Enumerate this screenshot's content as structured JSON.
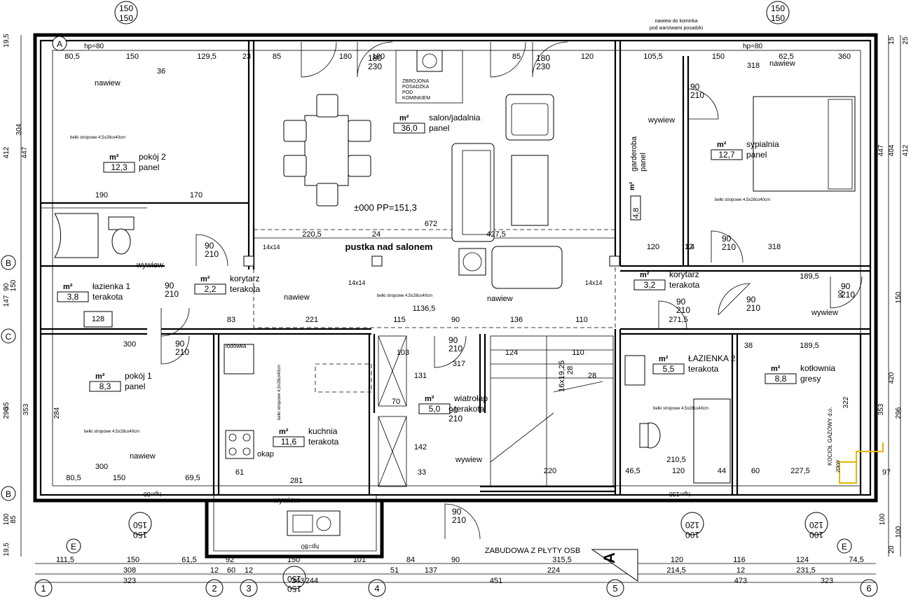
{
  "colors": {
    "lines": "#000000",
    "boiler_highlight": "#e8b400",
    "background": "#ffffff"
  },
  "rooms": [
    {
      "id": "pokoj2",
      "area": "12,3",
      "name": "pokój 2",
      "finish": "panel"
    },
    {
      "id": "salon",
      "area": "36,0",
      "name": "salon/jadalnia",
      "finish": "panel"
    },
    {
      "id": "sypialnia",
      "area": "12,7",
      "name": "sypialnia",
      "finish": "panel"
    },
    {
      "id": "garderoba",
      "area": "4,8",
      "name": "garderoba",
      "finish": "panel"
    },
    {
      "id": "lazienka1",
      "area": "3,8",
      "name": "łazienka 1",
      "finish": "terakota"
    },
    {
      "id": "korytarz1",
      "area": "2,2",
      "name": "korytarz",
      "finish": "terakota"
    },
    {
      "id": "korytarz2",
      "area": "3,2",
      "name": "korytarz",
      "finish": "terakota"
    },
    {
      "id": "pokoj1",
      "area": "8,3",
      "name": "pokój 1",
      "finish": "panel"
    },
    {
      "id": "kuchnia",
      "area": "11,6",
      "name": "kuchnia",
      "finish": "terakota"
    },
    {
      "id": "wiatrolap",
      "area": "5,0",
      "name": "wiatrołap",
      "finish": "terakota"
    },
    {
      "id": "lazienka2",
      "area": "5,5",
      "name": "ŁAZIENKA 2",
      "finish": "terakota"
    },
    {
      "id": "kotlownia",
      "area": "8,8",
      "name": "kotłownia",
      "finish": "gresy"
    }
  ],
  "labels": {
    "m2": "m²",
    "pustka": "pustka nad salonem",
    "level": "±000  PP=151,3",
    "zabudowa": "ZABUDOWA Z PŁYTY OSB",
    "nawiew_kominka": "nawiew do kominka",
    "pod_warstwami": "pod warstwami posadzki",
    "fireplace": [
      "ZBROJONA",
      "POSADZKA",
      "POD",
      "KOMINKIEM"
    ],
    "belki": "belki stropowe 4,5x28co40cm",
    "nawiew": "nawiew",
    "wywiew": "wywiew",
    "lodowka": "lodówka",
    "okap": "okap",
    "kociol": "KOCIOŁ GAZOWY d.o.",
    "kociol_moc": "20kW",
    "stairs": "16x19,25",
    "stairs_run": "28",
    "col": "14x14",
    "hp": "hp=80",
    "hp_bottom": "hp=80",
    "hp_bottom2": "hp=130",
    "section": "A",
    "axes": [
      "1",
      "2",
      "3",
      "4",
      "5",
      "6"
    ],
    "row_axes": [
      "A",
      "B",
      "C",
      "B",
      "E"
    ]
  },
  "windows": [
    "150/150",
    "150/150",
    "150/150",
    "150/150",
    "120/100",
    "120/100"
  ],
  "doors": [
    "90/210",
    "90/210",
    "90/210",
    "90/210",
    "90/210",
    "90/210",
    "90/210",
    "90/210",
    "90/210",
    "90/210",
    "180/230",
    "180/230",
    "90/210"
  ],
  "dims_top": [
    "80,5",
    "150",
    "129,5",
    "23",
    "85",
    "180",
    "180",
    "85",
    "120",
    "105,5",
    "150",
    "62,5",
    "360",
    "36",
    "318"
  ],
  "dims_bottom_row1": [
    "111,5",
    "150",
    "61,5",
    "92",
    "150",
    "101",
    "84",
    "90",
    "315,5",
    "120",
    "116",
    "124",
    "74,5"
  ],
  "dims_bottom_row2": [
    "308",
    "12",
    "60",
    "12",
    "51",
    "137",
    "224",
    "214,5",
    "12",
    "231,5"
  ],
  "dims_bottom_row3": [
    "323",
    "343",
    "244",
    "451",
    "473",
    "323"
  ],
  "dims_interior": [
    "300",
    "190",
    "170",
    "220,5",
    "24",
    "672",
    "427,5",
    "1136,5",
    "221",
    "115",
    "90",
    "136",
    "110",
    "83",
    "281",
    "103",
    "124",
    "131",
    "317",
    "70",
    "142",
    "33",
    "220",
    "46,5",
    "120",
    "44",
    "60",
    "227,5",
    "210,5",
    "189,5",
    "38",
    "189,5",
    "271,5",
    "318",
    "120",
    "110",
    "12",
    "28",
    "97",
    "300",
    "80,5",
    "150",
    "69,5",
    "61",
    "128",
    "14"
  ],
  "dims_left": [
    "19,5",
    "412",
    "304",
    "447",
    "90",
    "150",
    "147",
    "35",
    "353",
    "296",
    "284",
    "100",
    "85",
    "19,5"
  ],
  "dims_right": [
    "15",
    "25",
    "404",
    "447",
    "412",
    "90",
    "150",
    "420",
    "353",
    "322",
    "296",
    "100",
    "100",
    "20"
  ]
}
